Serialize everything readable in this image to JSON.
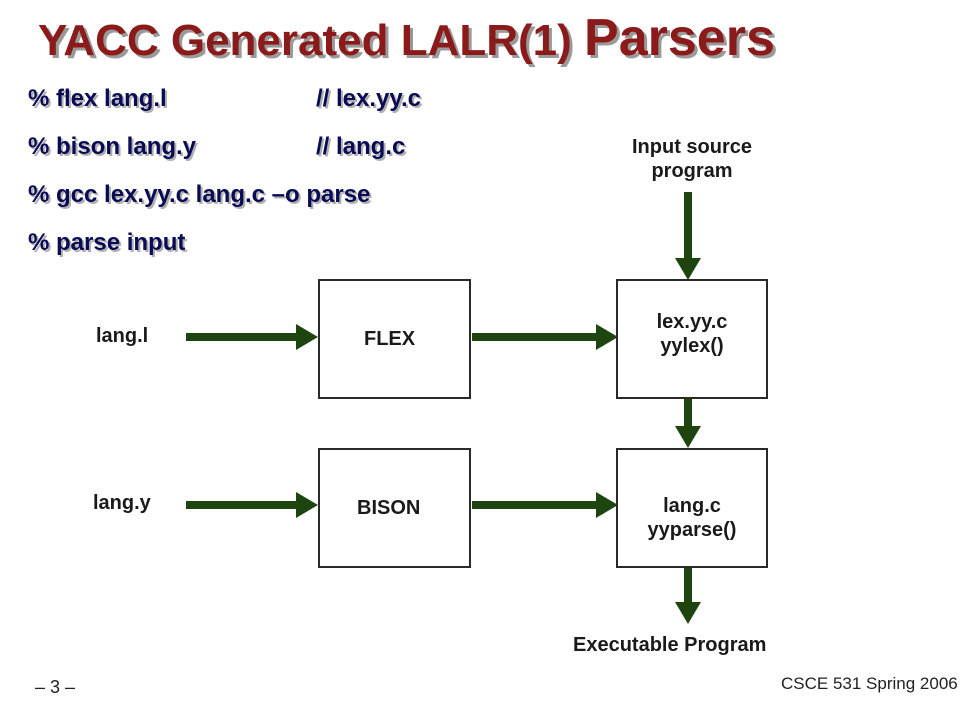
{
  "slide": {
    "title_a": "YACC Generated LALR(1) ",
    "title_b": "Parsers",
    "commands": [
      {
        "cmd": "% flex lang.l",
        "comment": "// lex.yy.c"
      },
      {
        "cmd": "% bison lang.y",
        "comment": "// lang.c"
      },
      {
        "cmd": "% gcc lex.yy.c  lang.c –o  parse",
        "comment": ""
      },
      {
        "cmd": "% parse input",
        "comment": ""
      }
    ],
    "page_number": "– 3 –",
    "course": "CSCE 531 Spring 2006"
  },
  "diagram": {
    "input_source_line1": "Input source",
    "input_source_line2": "program",
    "lang_l": "lang.l",
    "lang_y": "lang.y",
    "flex": "FLEX",
    "bison": "BISON",
    "lexyy_line1": "lex.yy.c",
    "lexyy_line2": "yylex()",
    "langc_line1": "lang.c",
    "langc_line2": "yyparse()",
    "executable": "Executable Program",
    "arrow_color": "#1e4510"
  }
}
